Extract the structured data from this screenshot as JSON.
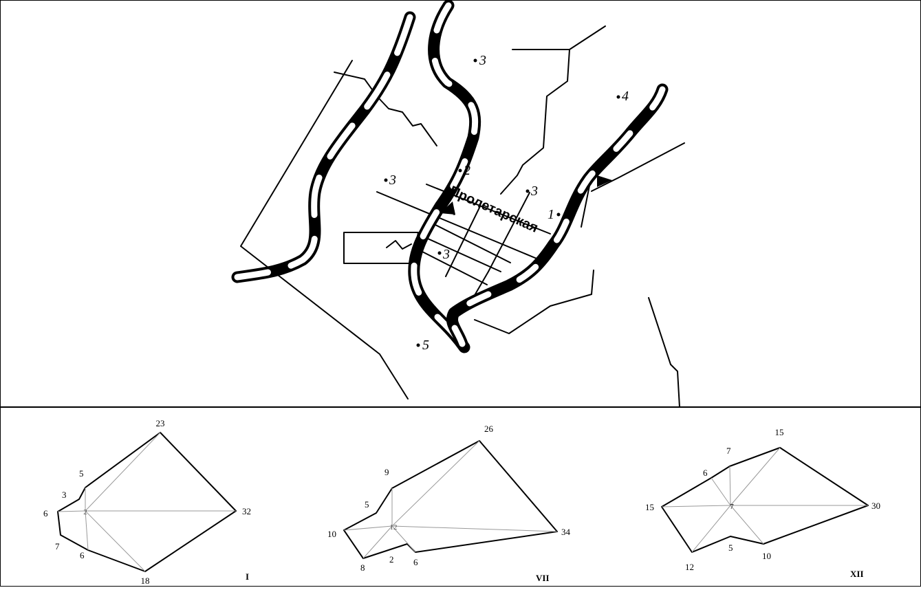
{
  "map": {
    "street_label": "Пролетарская",
    "point_labels": [
      {
        "id": "p1",
        "text": "1"
      },
      {
        "id": "p2",
        "text": "2"
      },
      {
        "id": "p3a",
        "text": "3"
      },
      {
        "id": "p3b",
        "text": "3"
      },
      {
        "id": "p3c",
        "text": "3"
      },
      {
        "id": "p3d",
        "text": "3"
      },
      {
        "id": "p4",
        "text": "4"
      },
      {
        "id": "p5",
        "text": "5"
      }
    ],
    "marker_label": "1"
  },
  "wind_roses": [
    {
      "month": "I",
      "calm": "2",
      "directions": {
        "N": "23",
        "NE": "32",
        "E": "18",
        "SE": "6",
        "S": "7",
        "SW": "6",
        "W": "3",
        "NW": "5"
      }
    },
    {
      "month": "VII",
      "calm": "12",
      "directions": {
        "N": "26",
        "NE": "34",
        "E": "6",
        "SE": "2",
        "S": "8",
        "SW": "10",
        "W": "5",
        "NW": "9"
      }
    },
    {
      "month": "XII",
      "calm": "7",
      "directions": {
        "N": "15",
        "NE": "30",
        "E": "10",
        "SE": "5",
        "S": "12",
        "SW": "15",
        "W": "6",
        "NW": "7"
      }
    }
  ]
}
